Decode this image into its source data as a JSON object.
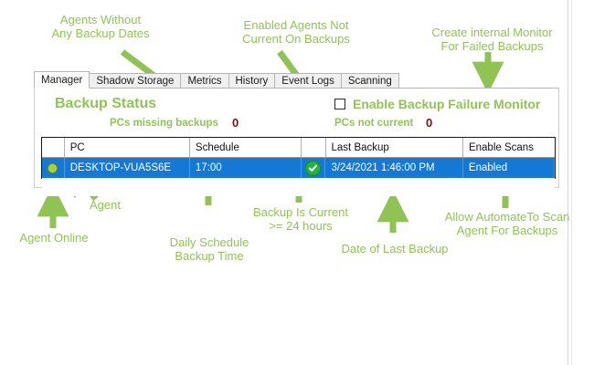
{
  "annotations": {
    "top_left": "Agents Without\nAny Backup Dates",
    "top_mid": "Enabled Agents Not\nCurrent On Backups",
    "top_right": "Create internal Monitor\nFor Failed Backups",
    "agent_online": "Agent Online",
    "agent": "Agent",
    "daily_schedule": "Daily Schedule\nBackup Time",
    "backup_current": "Backup Is Current\n>= 24 hours",
    "date_last_backup": "Date of Last Backup",
    "allow_scan": "Allow AutomateTo Scan\nAgent For Backups"
  },
  "tabs": [
    {
      "label": "Manager",
      "active": true
    },
    {
      "label": "Shadow Storage",
      "active": false
    },
    {
      "label": "Metrics",
      "active": false
    },
    {
      "label": "History",
      "active": false
    },
    {
      "label": "Event Logs",
      "active": false
    },
    {
      "label": "Scanning",
      "active": false
    }
  ],
  "panel": {
    "title": "Backup Status",
    "missing_label": "PCs missing backups",
    "missing_value": "0",
    "notcurrent_label": "PCs not current",
    "notcurrent_value": "0",
    "checkbox_label": "Enable Backup Failure Monitor",
    "checkbox_checked": false
  },
  "grid": {
    "columns": [
      "",
      "PC",
      "Schedule",
      "",
      "Last Backup",
      "Enable Scans"
    ],
    "rows": [
      {
        "status_dot": "agent-online-dot",
        "pc": "DESKTOP-VUA5S6E",
        "schedule": "17:00",
        "current_icon": "green-check-icon",
        "last_backup": "3/24/2021 1:46:00 PM",
        "enable_scans": "Enabled",
        "selected": true
      }
    ]
  },
  "colors": {
    "annotation_green": "#8fc455",
    "count_red": "#7e0b14",
    "selection_blue": "#1478d4",
    "check_green": "#26b33a",
    "dot_green": "#a8d12e"
  }
}
